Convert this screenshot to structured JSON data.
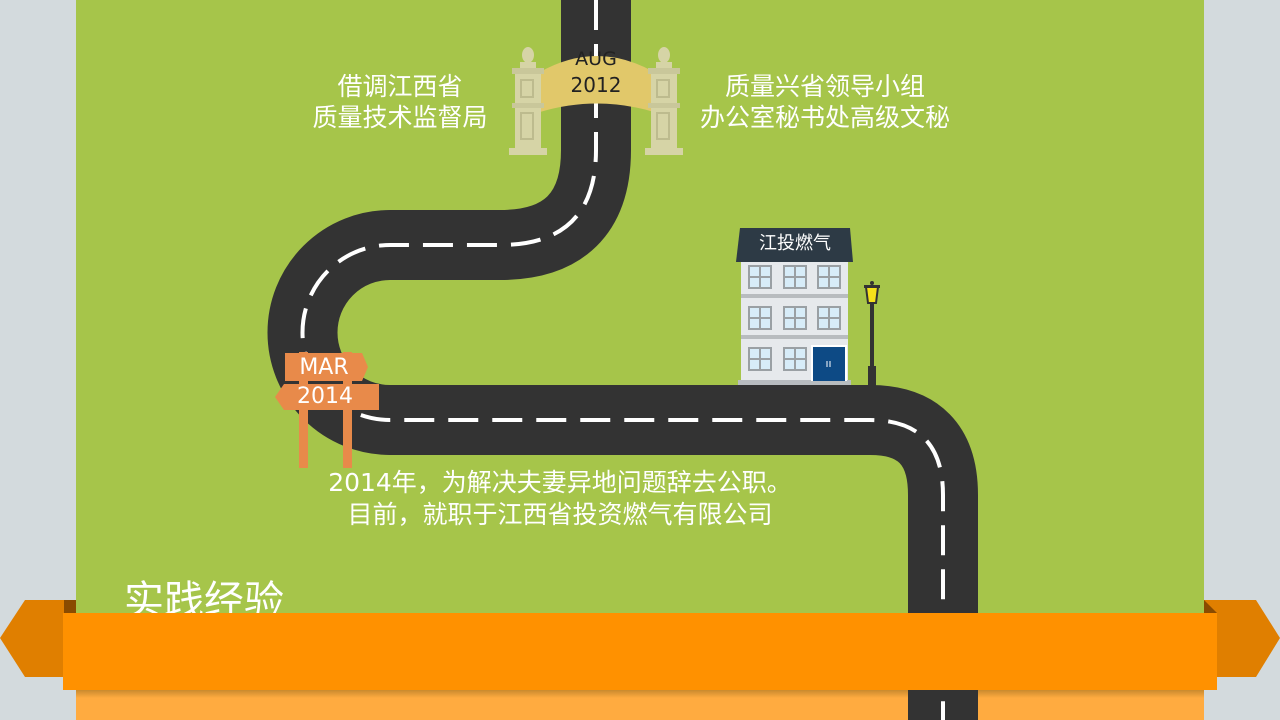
{
  "slide": {
    "title": "实践经验",
    "colors": {
      "background": "#a6c54a",
      "road": "#333333",
      "banner": "#ff9100",
      "banner_tab": "#e07f00",
      "sign": "#e88a4a",
      "arch": "#e1c86a",
      "outer": "#d3dadd"
    }
  },
  "milestones": [
    {
      "id": "aug-2012",
      "month": "AUG",
      "year": "2012",
      "left_text": [
        "借调江西省",
        "质量技术监督局"
      ],
      "right_text": [
        "质量兴省领导小组",
        "办公室秘书处高级文秘"
      ]
    },
    {
      "id": "building",
      "label": "江投燃气"
    },
    {
      "id": "mar-2014",
      "month": "MAR",
      "year": "2014",
      "text": [
        "2014年，为解决夫妻异地问题辞去公职。",
        "目前，就职于江西省投资燃气有限公司"
      ]
    }
  ]
}
